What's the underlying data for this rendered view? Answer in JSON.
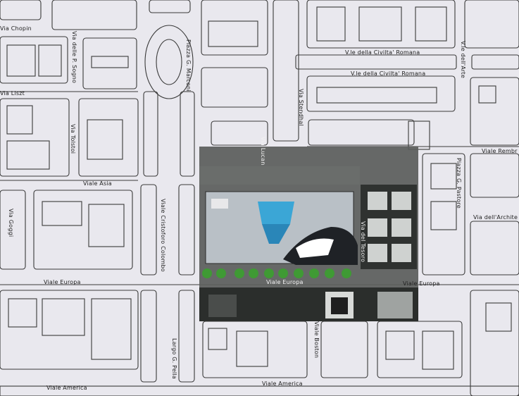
{
  "map": {
    "background": "#e9e8ee",
    "line_color": "#3a3a3a",
    "overlay_color": "#5b5e5c",
    "accent_blue": "#3ba6d6",
    "tree_green": "#3f9a34"
  },
  "streets": {
    "via_chopin": "Via Chopin",
    "via_p_sogno": "Via delle P. Sogno",
    "via_liszt": "Via Liszt",
    "piazza_marconi": "Piazza G. Marconi",
    "viale_civilta_romana_1": "V.le della Civilta' Romana",
    "viale_civilta_romana_2": "V.le della Civilta' Romana",
    "viale_arte": "V.le dell'Arte",
    "via_stendhal": "Via Stendhal",
    "via_tolstoi": "Via Tolstoi",
    "via_lucan": "Via Lucan",
    "viale_asia": "Viale Asia",
    "viale_rembrandt": "Viale Rembr",
    "piazza_pastore": "Piazza G. Pastore",
    "via_goggi": "Via Goggi",
    "viale_cristoforo_colombo": "Viale Cristoforo Colombo",
    "via_architettura": "Via dell'Archite",
    "via_del_tesoro": "Via del Tesoro",
    "viale_europa_1": "Viale Europa",
    "viale_europa_2": "Viale Europa",
    "viale_europa_3": "Viale Europa",
    "via_boston": "Viale Boston",
    "largo_pella": "Largo G. Pella",
    "viale_america_1": "Viale America",
    "viale_america_2": "Viale America"
  }
}
